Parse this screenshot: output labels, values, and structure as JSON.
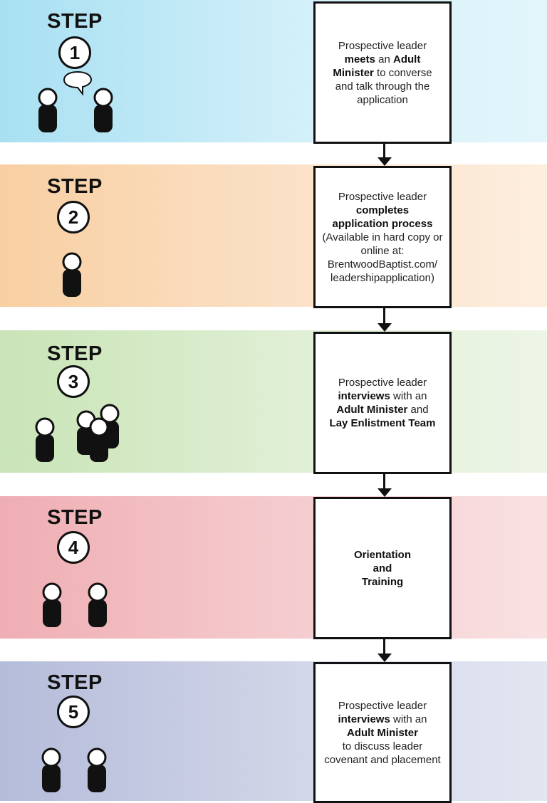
{
  "steps": [
    {
      "word": "STEP",
      "number": "1",
      "box": [
        {
          "t": "Prospective leader",
          "b": false
        },
        {
          "parts": [
            {
              "t": "meets",
              "b": true
            },
            {
              "t": " an ",
              "b": false
            },
            {
              "t": "Adult",
              "b": true
            }
          ]
        },
        {
          "parts": [
            {
              "t": "Minister",
              "b": true
            },
            {
              "t": " to converse",
              "b": false
            }
          ]
        },
        {
          "t": "and talk through the",
          "b": false
        },
        {
          "t": "application",
          "b": false
        }
      ]
    },
    {
      "word": "STEP",
      "number": "2",
      "box": [
        {
          "t": "Prospective leader",
          "b": false
        },
        {
          "t": "completes",
          "b": true
        },
        {
          "t": "application process",
          "b": true
        },
        {
          "t": "(Available in hard copy or",
          "b": false
        },
        {
          "t": "online at:",
          "b": false
        },
        {
          "t": "BrentwoodBaptist.com/",
          "b": false
        },
        {
          "t": "leadershipapplication)",
          "b": false
        }
      ]
    },
    {
      "word": "STEP",
      "number": "3",
      "box": [
        {
          "t": "Prospective leader",
          "b": false
        },
        {
          "parts": [
            {
              "t": "interviews",
              "b": true
            },
            {
              "t": " with an",
              "b": false
            }
          ]
        },
        {
          "parts": [
            {
              "t": "Adult Minister",
              "b": true
            },
            {
              "t": " and",
              "b": false
            }
          ]
        },
        {
          "t": "Lay Enlistment Team",
          "b": true
        }
      ]
    },
    {
      "word": "STEP",
      "number": "4",
      "box": [
        {
          "t": "Orientation",
          "b": true
        },
        {
          "t": "and",
          "b": true
        },
        {
          "t": "Training",
          "b": true
        }
      ]
    },
    {
      "word": "STEP",
      "number": "5",
      "box": [
        {
          "t": "Prospective leader",
          "b": false
        },
        {
          "parts": [
            {
              "t": "interviews",
              "b": true
            },
            {
              "t": " with an",
              "b": false
            }
          ]
        },
        {
          "t": "Adult Minister",
          "b": true
        },
        {
          "t": "to discuss leader",
          "b": false
        },
        {
          "t": "covenant and placement",
          "b": false
        }
      ]
    }
  ]
}
